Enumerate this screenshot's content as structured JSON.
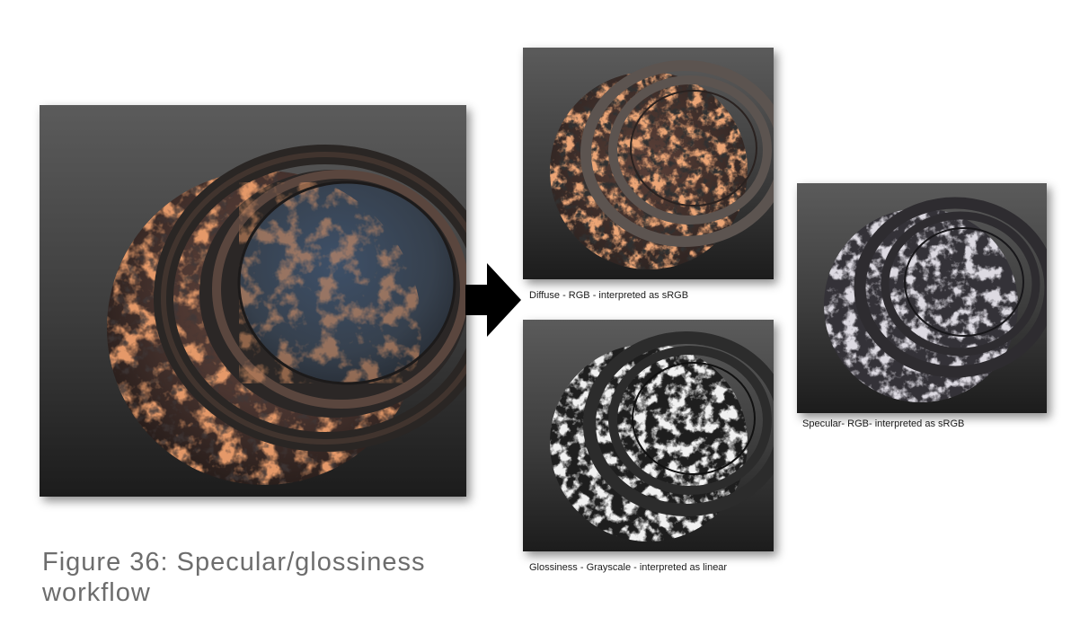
{
  "figure": {
    "caption": "Figure 36: Specular/glossiness workflow"
  },
  "maps": [
    {
      "caption": "Diffuse - RGB - interpreted as sRGB"
    },
    {
      "caption": "Glossiness - Grayscale - interpreted as linear"
    },
    {
      "caption": "Specular- RGB- interpreted as sRGB"
    }
  ]
}
